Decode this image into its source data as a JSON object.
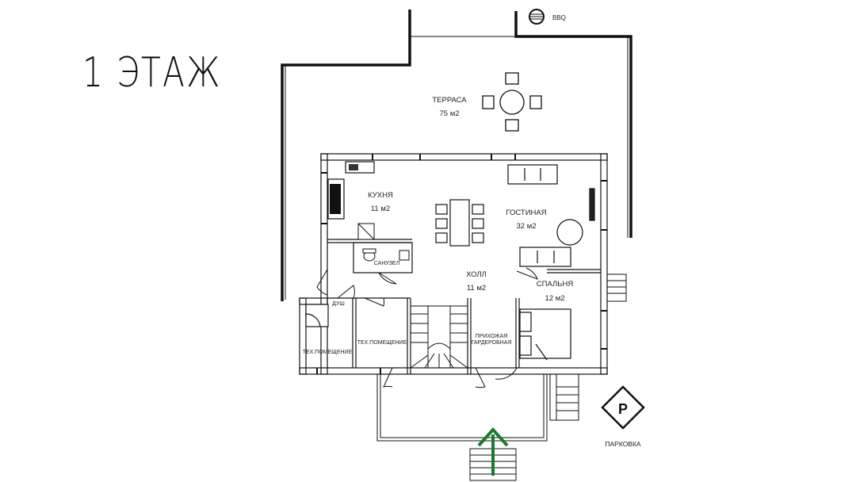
{
  "title": "1 ЭТАЖ",
  "rooms": {
    "terrace": {
      "name": "ТЕРРАСА",
      "area": "75 м2"
    },
    "kitchen": {
      "name": "КУХНЯ",
      "area": "11 м2"
    },
    "living": {
      "name": "ГОСТИНАЯ",
      "area": "32 м2"
    },
    "bathroom": {
      "name": "САНУЗЕЛ"
    },
    "hall": {
      "name": "ХОЛЛ",
      "area": "11 м2"
    },
    "bedroom": {
      "name": "СПАЛЬНЯ",
      "area": "12 м2"
    },
    "shower": {
      "name": "ДУШ"
    },
    "tech1": {
      "name": "ТЕХ.ПОМЕЩЕНИЕ"
    },
    "tech2": {
      "name": "ТЕХ.ПОМЕЩЕНИЕ"
    },
    "entry_line1": "ПРИХОЖАЯ",
    "entry_line2": "ГАРДЕРОБНАЯ"
  },
  "bbq_label": "BBQ",
  "parking": {
    "symbol": "P",
    "label": "ПАРКОВКА"
  },
  "colors": {
    "wall": "#111111",
    "entry_arrow": "#1a7a2e",
    "line": "#333333"
  }
}
